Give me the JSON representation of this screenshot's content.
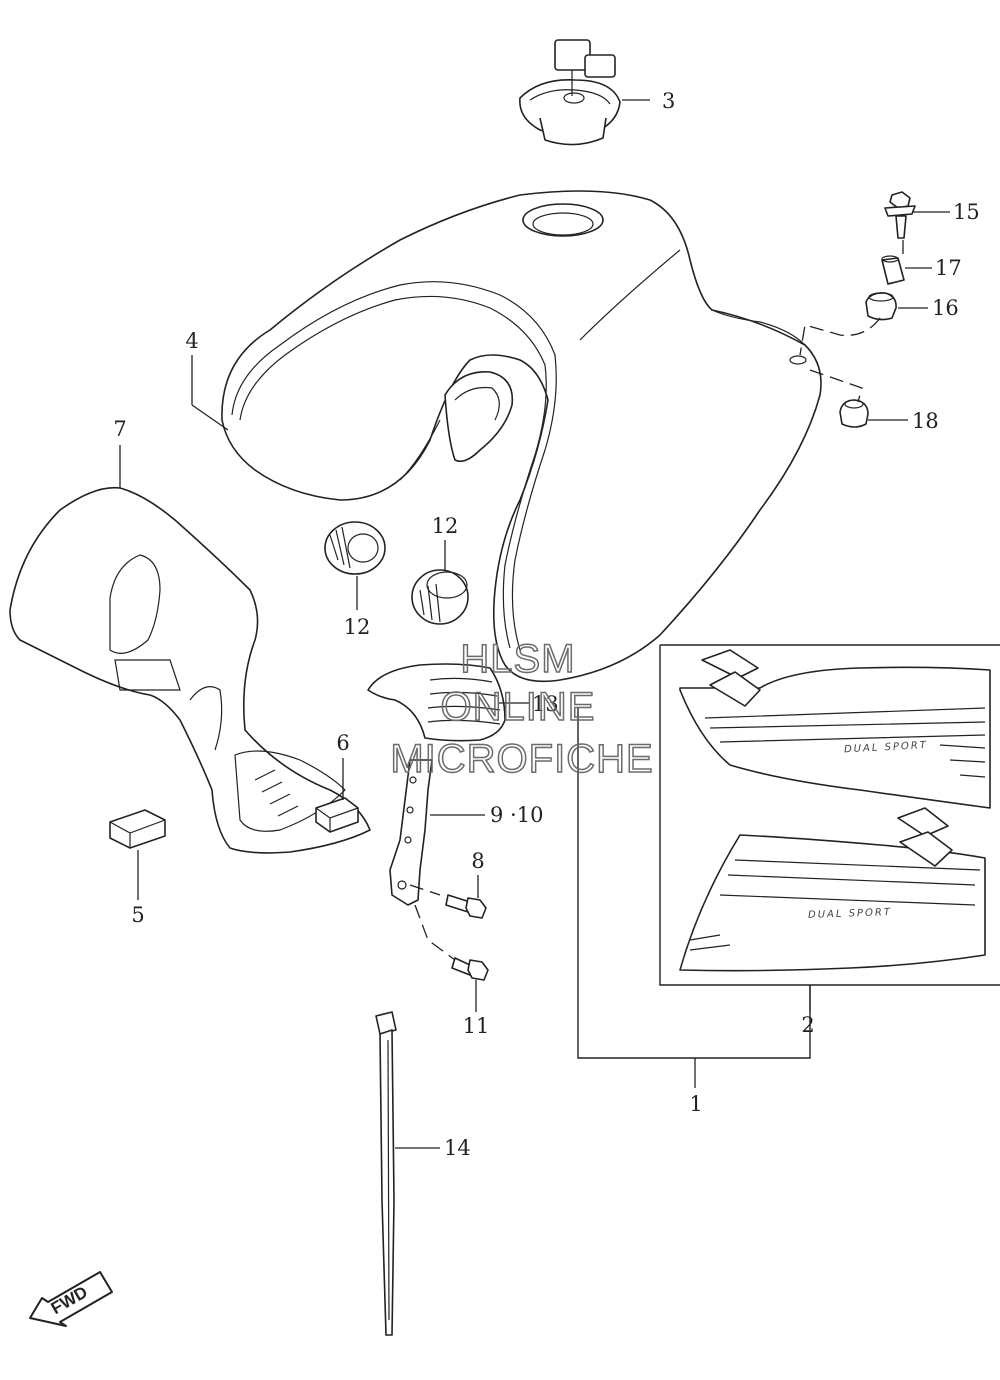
{
  "callouts": {
    "c1": "1",
    "c2": "2",
    "c3": "3",
    "c4": "4",
    "c5": "5",
    "c6": "6",
    "c7": "7",
    "c8": "8",
    "c9_10": "9 ·10",
    "c11": "11",
    "c12a": "12",
    "c12b": "12",
    "c13": "13",
    "c14": "14",
    "c15": "15",
    "c16": "16",
    "c17": "17",
    "c18": "18"
  },
  "watermark": {
    "line1": "HLSM",
    "line2": "ONLINE",
    "line3": "MICROFICHE"
  },
  "fwd_label": "FWD",
  "decal_text": {
    "upper": "DUAL SPORT",
    "lower": "DUAL SPORT"
  },
  "colors": {
    "line": "#222222",
    "watermark": "#6b6b6b",
    "background": "#ffffff"
  }
}
